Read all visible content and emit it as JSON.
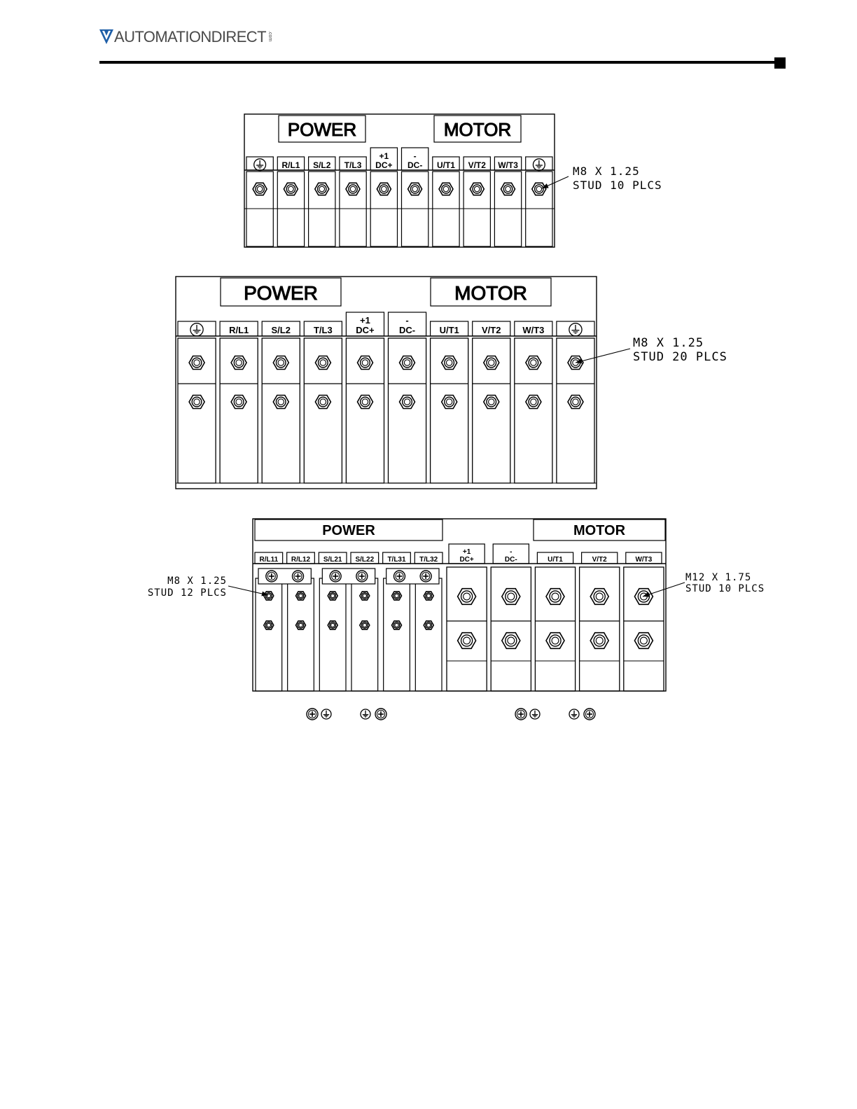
{
  "header": {
    "logo_text": "AUTOMATIONDIRECT",
    "logo_suffix": ".com"
  },
  "diagram1": {
    "power_label": "POWER",
    "motor_label": "MOTOR",
    "terminals": [
      "ground",
      "R/L1",
      "S/L2",
      "T/L3",
      [
        "+1",
        "DC+"
      ],
      [
        "-",
        "DC-"
      ],
      "U/T1",
      "V/T2",
      "W/T3",
      "ground"
    ],
    "callout": [
      "M8 X 1.25",
      "STUD 10 PLCS"
    ]
  },
  "diagram2": {
    "power_label": "POWER",
    "motor_label": "MOTOR",
    "terminals": [
      "ground",
      "R/L1",
      "S/L2",
      "T/L3",
      [
        "+1",
        "DC+"
      ],
      [
        "-",
        "DC-"
      ],
      "U/T1",
      "V/T2",
      "W/T3",
      "ground"
    ],
    "callout": [
      "M8 X 1.25",
      "STUD 20 PLCS"
    ]
  },
  "diagram3": {
    "power_label": "POWER",
    "motor_label": "MOTOR",
    "left_terminals": [
      "R/L11",
      "R/L12",
      "S/L21",
      "S/L22",
      "T/L31",
      "T/L32"
    ],
    "right_terminals": [
      [
        "+1",
        "DC+"
      ],
      [
        "-",
        "DC-"
      ],
      "U/T1",
      "V/T2",
      "W/T3"
    ],
    "callout_left": [
      "M8 X 1.25",
      "STUD 12 PLCS"
    ],
    "callout_right": [
      "M12 X 1.75",
      "STUD 10 PLCS"
    ]
  }
}
